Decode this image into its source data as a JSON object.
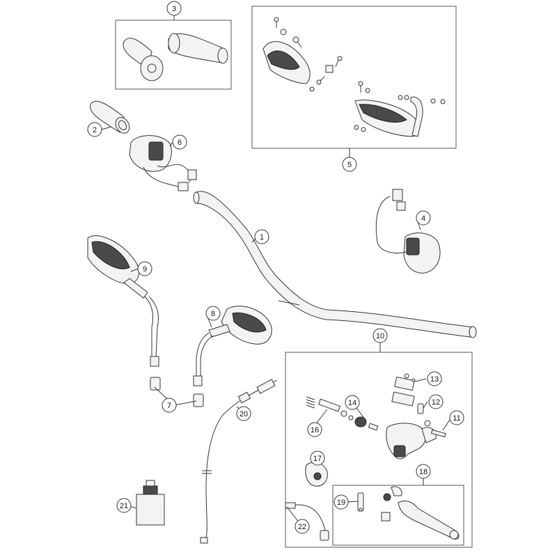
{
  "diagram": {
    "callouts": [
      {
        "id": "c1",
        "label": "1"
      },
      {
        "id": "c2",
        "label": "2"
      },
      {
        "id": "c3",
        "label": "3"
      },
      {
        "id": "c4",
        "label": "4"
      },
      {
        "id": "c5",
        "label": "5"
      },
      {
        "id": "c6",
        "label": "6"
      },
      {
        "id": "c7",
        "label": "7"
      },
      {
        "id": "c8",
        "label": "8"
      },
      {
        "id": "c9",
        "label": "9"
      },
      {
        "id": "c10",
        "label": "10"
      },
      {
        "id": "c11",
        "label": "11"
      },
      {
        "id": "c12",
        "label": "12"
      },
      {
        "id": "c13",
        "label": "13"
      },
      {
        "id": "c14",
        "label": "14"
      },
      {
        "id": "c16",
        "label": "16"
      },
      {
        "id": "c17",
        "label": "17"
      },
      {
        "id": "c18",
        "label": "18"
      },
      {
        "id": "c19",
        "label": "19"
      },
      {
        "id": "c20",
        "label": "20"
      },
      {
        "id": "c21",
        "label": "21"
      },
      {
        "id": "c22",
        "label": "22"
      }
    ]
  },
  "colors": {
    "line": "#333333",
    "part_fill": "#f3f3f3",
    "part_dark": "#4a4a4a",
    "box": "#555555"
  }
}
